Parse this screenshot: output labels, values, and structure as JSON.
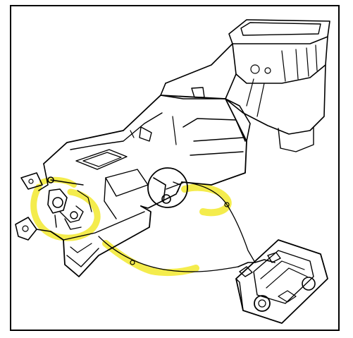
{
  "colors": {
    "background": "#ffffff",
    "frame": "#000000",
    "line_art": "#000000",
    "highlight": "#f3ea3a"
  },
  "components": [
    {
      "id": "heater-case",
      "icon": "hvac-heater-case"
    },
    {
      "id": "blower-housing",
      "icon": "blower-outlet-housing"
    },
    {
      "id": "control-panel",
      "icon": "climate-control-panel"
    },
    {
      "id": "upper-cable",
      "icon": "control-cable"
    },
    {
      "id": "lower-cable",
      "icon": "control-cable"
    },
    {
      "id": "left-lever-detail",
      "icon": "mode-door-lever"
    },
    {
      "id": "center-lever-detail",
      "icon": "temp-door-lever"
    }
  ]
}
